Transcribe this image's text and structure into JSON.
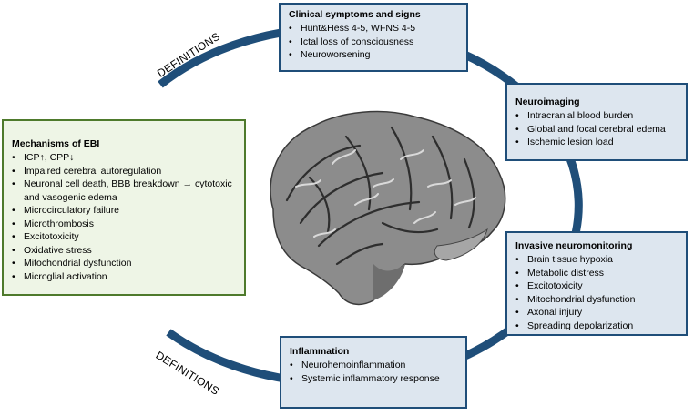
{
  "definitions_top": "DEFINITIONS",
  "definitions_bottom": "DEFINITIONS",
  "clinical": {
    "title": "Clinical symptoms and signs",
    "items": [
      "Hunt&Hess 4-5, WFNS 4-5",
      "Ictal loss of consciousness",
      "Neuroworsening"
    ]
  },
  "neuroimaging": {
    "title": "Neuroimaging",
    "items": [
      "Intracranial blood burden",
      "Global and focal cerebral edema",
      "Ischemic lesion load"
    ]
  },
  "invasive": {
    "title": "Invasive neuromonitoring",
    "items": [
      "Brain tissue hypoxia",
      "Metabolic distress",
      "Excitotoxicity",
      "Mitochondrial dysfunction",
      "Axonal injury",
      "Spreading depolarization"
    ]
  },
  "inflammation": {
    "title": "Inflammation",
    "items": [
      "Neurohemoinflammation",
      "Systemic inflammatory response"
    ]
  },
  "mechanisms": {
    "title": "Mechanisms of EBI",
    "items": [
      "ICP↑, CPP↓",
      "Impaired cerebral autoregulation",
      "Neuronal cell death, BBB breakdown → cytotoxic and vasogenic edema",
      "Microcirculatory failure",
      "Microthrombosis",
      "Excitotoxicity",
      "Oxidative stress",
      "Mitochondrial dysfunction",
      "Microglial activation"
    ]
  },
  "colors": {
    "ring": "#1f4e79",
    "box_fill": "#dde6ef",
    "mechanisms_border": "#4e7a2c",
    "mechanisms_fill": "#eef5e6"
  },
  "icons": {
    "brain": "brain-illustration"
  }
}
